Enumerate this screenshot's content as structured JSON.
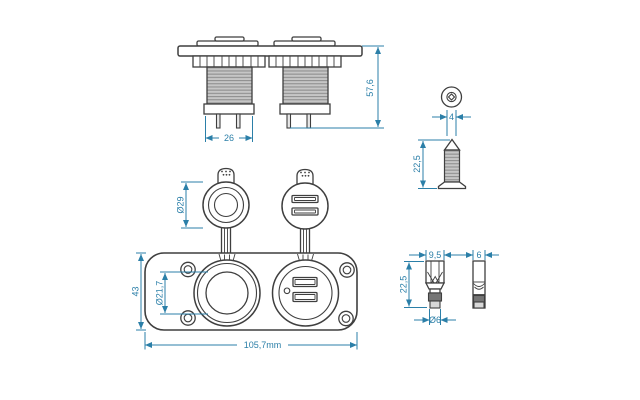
{
  "meta": {
    "type": "technical-dimension-drawing",
    "subject": "dual panel-mount 12V socket and USB charger with mounting screw and spade terminals"
  },
  "colors": {
    "dimension_accent": "#2b7fa8",
    "outline": "#3f3f3f",
    "thread_fill": "#c6c6c6",
    "background": "#ffffff"
  },
  "views": {
    "assembly_side": {
      "name": "installed side view",
      "dims": {
        "base_width": "26",
        "total_height": "57,6"
      }
    },
    "screw": {
      "name": "mounting screw top and side view",
      "dims": {
        "shaft_diameter": "4",
        "length": "22,5"
      }
    },
    "covers": {
      "name": "protective cover caps",
      "dims": {
        "cover_diameter": "Ø29"
      }
    },
    "front_panel": {
      "name": "panel front view",
      "dims": {
        "height": "43",
        "socket_bore_diameter": "Ø21,7",
        "width": "105,7mm"
      }
    },
    "terminals": {
      "name": "spade terminals front and side view",
      "dims": {
        "spade_width": "9,5",
        "length": "22,5",
        "barrel_diameter": "Ø6",
        "side_width": "6"
      }
    }
  }
}
